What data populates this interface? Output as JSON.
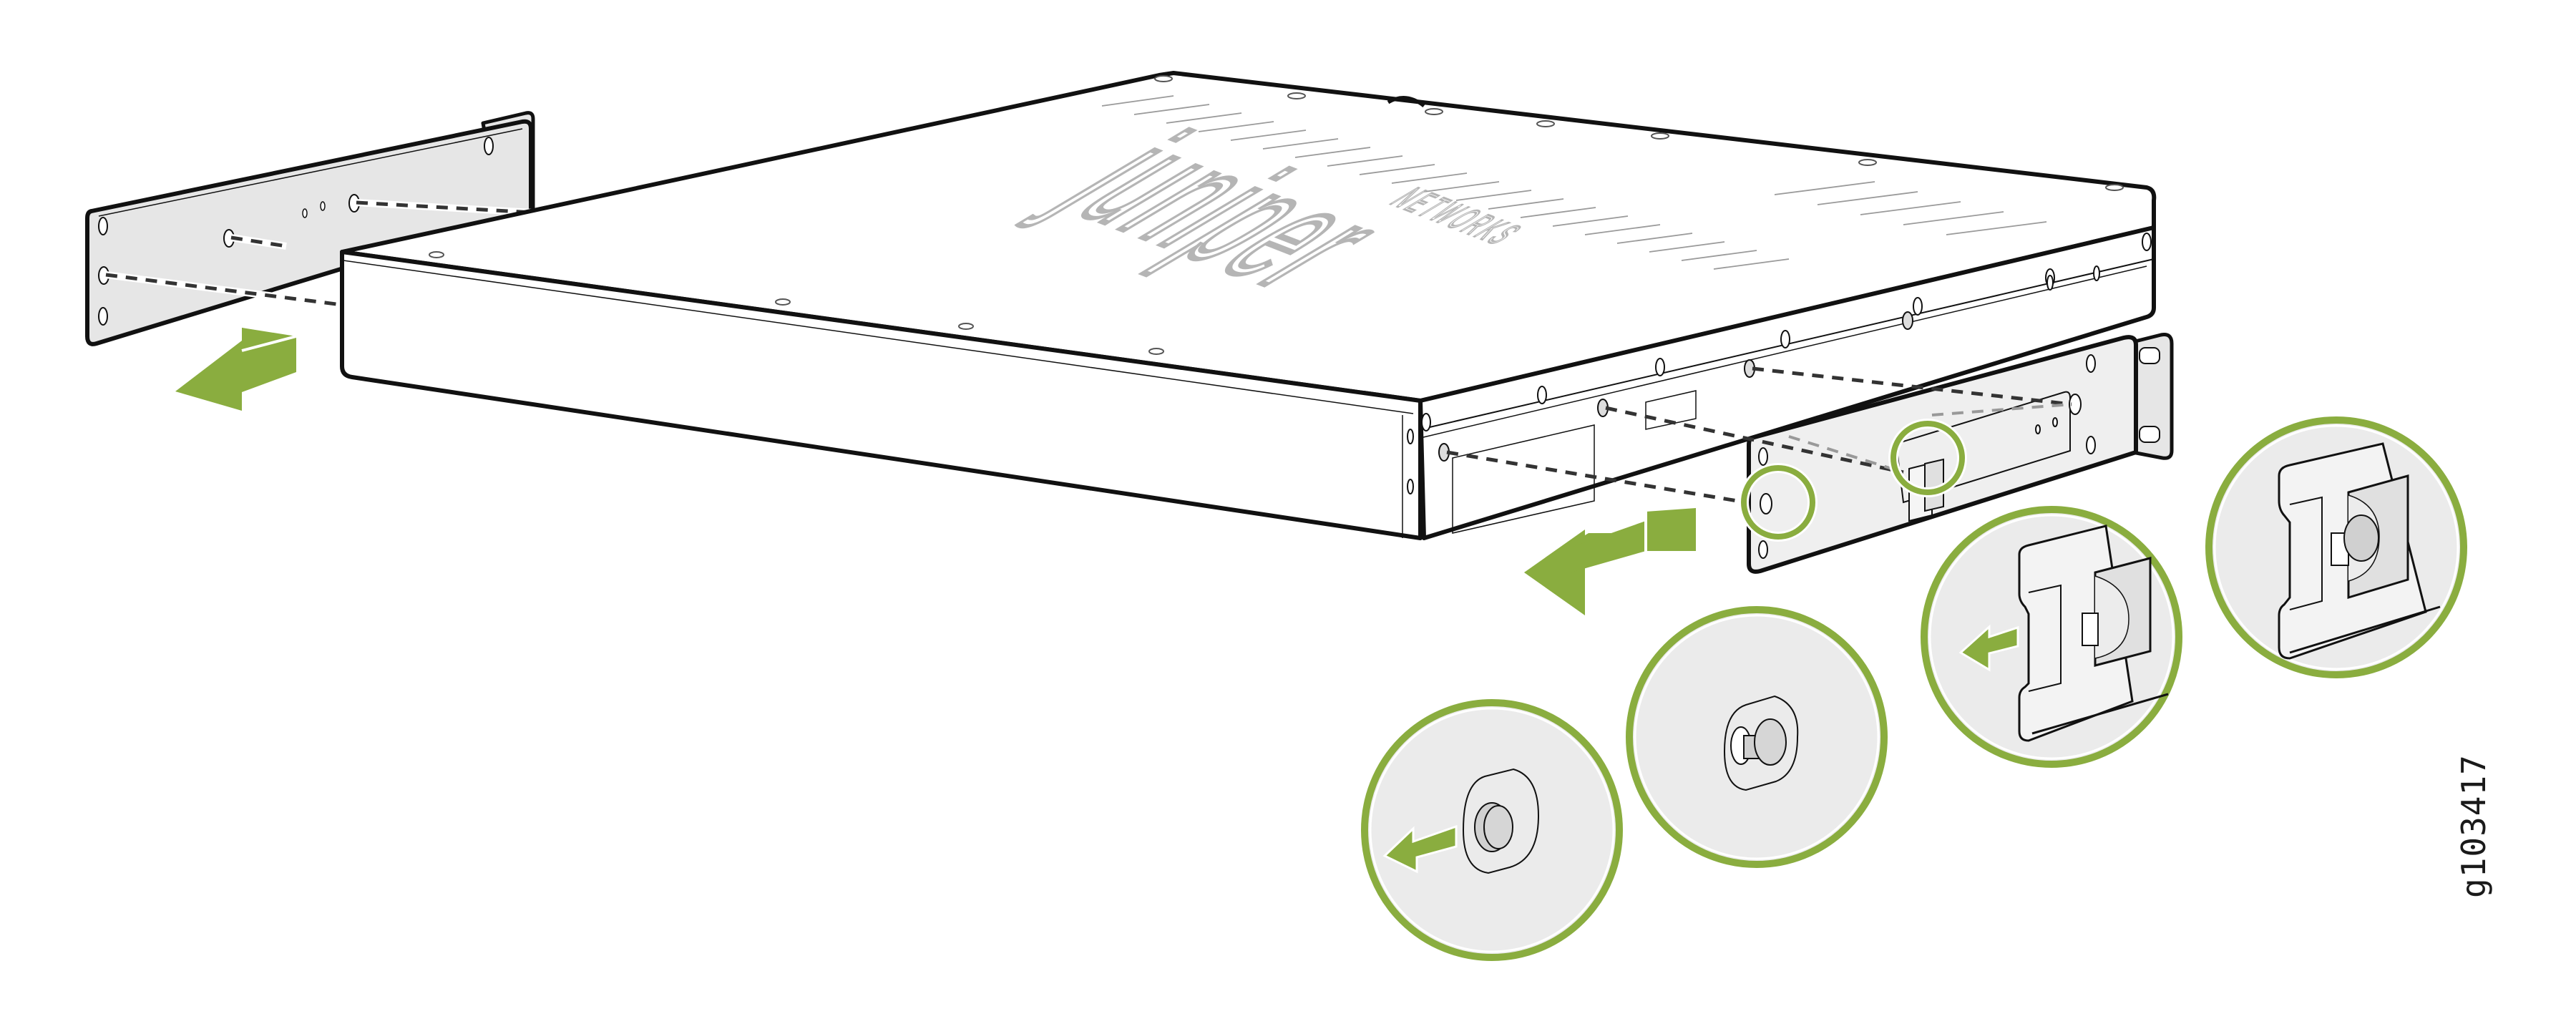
{
  "figure": {
    "id_label": "g103417",
    "subject": "Removing rack-mount brackets from a 1U Juniper Networks device"
  },
  "logo": {
    "wordmark": "juniper",
    "subtext": "NETWORKS"
  },
  "colors": {
    "accent_green": "#8aad3f",
    "bracket_fill": "#e6e6e6",
    "detail_fill": "#ebebeb",
    "outline": "#111111",
    "logo_gray": "#b5b5b5"
  },
  "parts": {
    "chassis": "chassis",
    "left_bracket": "left-mounting-bracket",
    "right_bracket": "right-mounting-bracket",
    "arrows": [
      "left-bracket-removal-arrow",
      "right-bracket-removal-arrow"
    ],
    "detail_callouts": [
      "callout-1-pin-pull",
      "callout-2-pin-released",
      "callout-3-clip-slide",
      "callout-4-clip-released"
    ]
  }
}
